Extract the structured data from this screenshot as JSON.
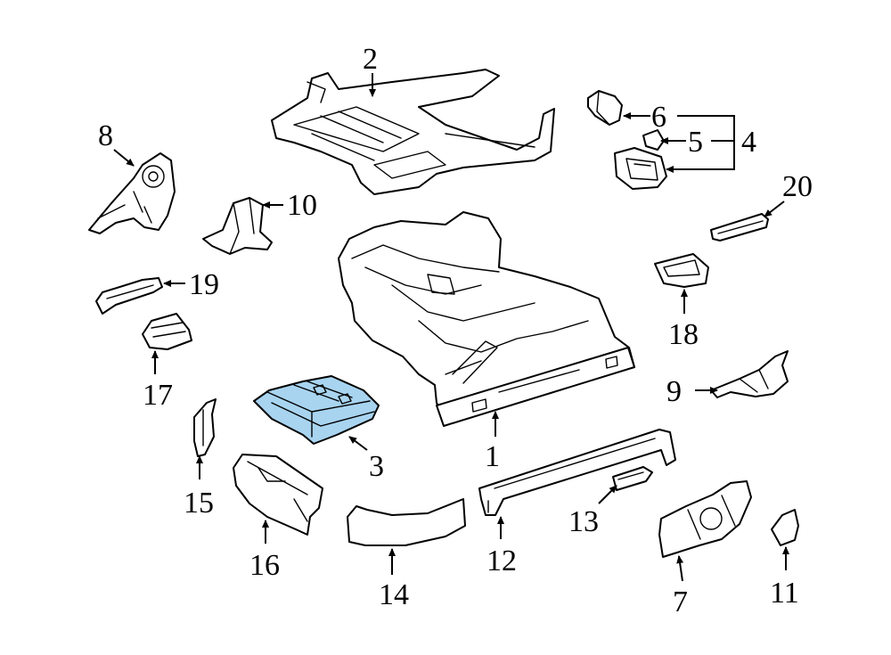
{
  "highlight_color": "#a8d4f0",
  "callouts": {
    "c1": "1",
    "c2": "2",
    "c3": "3",
    "c4": "4",
    "c5": "5",
    "c6": "6",
    "c7": "7",
    "c8": "8",
    "c9": "9",
    "c10": "10",
    "c11": "11",
    "c12": "12",
    "c13": "13",
    "c14": "14",
    "c15": "15",
    "c16": "16",
    "c17": "17",
    "c18": "18",
    "c19": "19",
    "c20": "20"
  },
  "highlighted_part": "3"
}
